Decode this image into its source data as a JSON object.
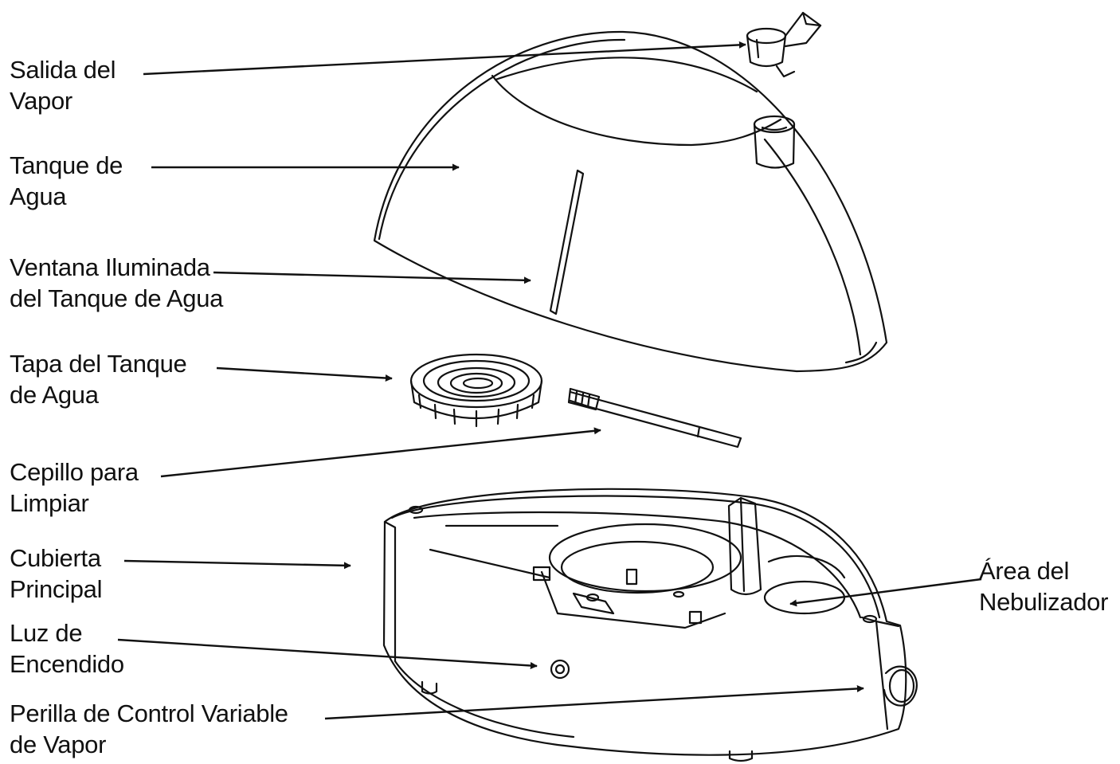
{
  "labels": {
    "vapor_outlet": [
      "Salida del",
      "Vapor"
    ],
    "water_tank": [
      "Tanque de",
      "Agua"
    ],
    "tank_window": [
      "Ventana Iluminada",
      "del Tanque de Agua"
    ],
    "tank_cap": [
      "Tapa del Tanque",
      "de Agua"
    ],
    "cleaning_brush": [
      "Cepillo para",
      "Limpiar"
    ],
    "main_cover": [
      "Cubierta",
      "Principal"
    ],
    "power_light": [
      "Luz de",
      "Encendido"
    ],
    "control_knob": [
      "Perilla de Control Variable",
      "de Vapor"
    ],
    "nebulizer_area": [
      "Área del",
      "Nebulizador"
    ]
  },
  "colors": {
    "line": "#111111",
    "background": "#ffffff"
  }
}
